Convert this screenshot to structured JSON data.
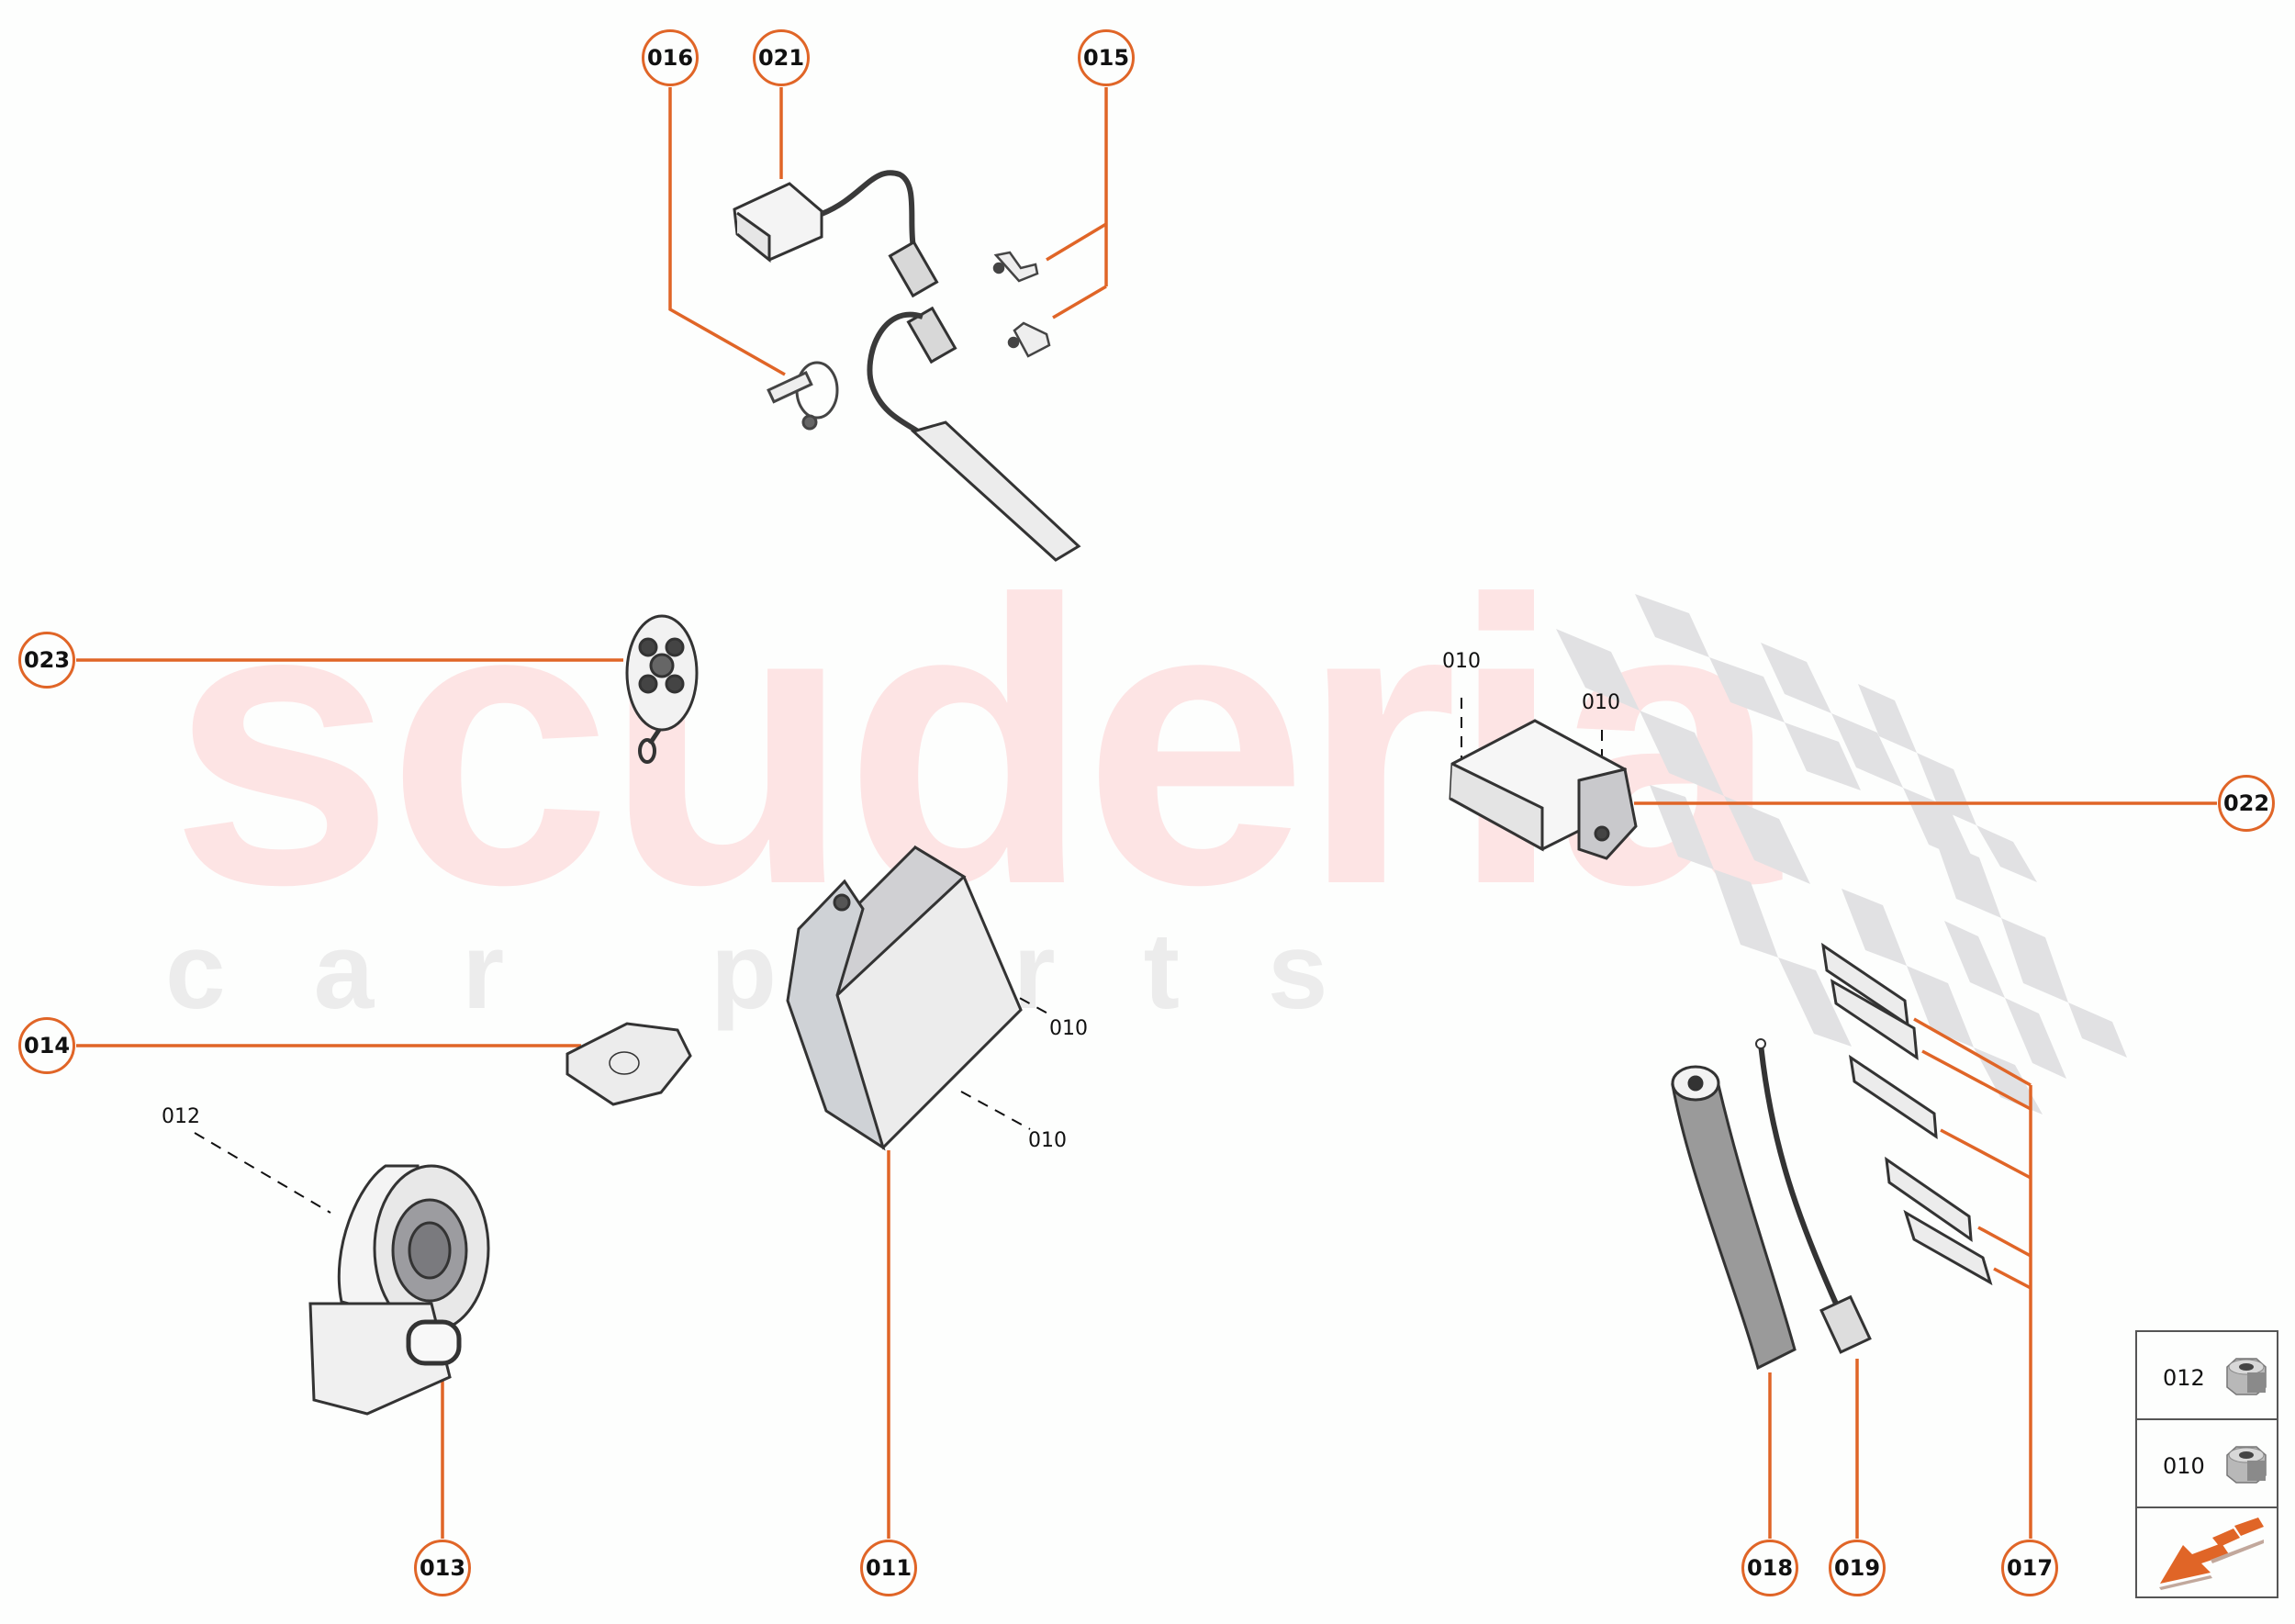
{
  "watermark": {
    "brand": "scuderia",
    "subtitle": "car parts"
  },
  "colors": {
    "callout": "#e06527",
    "watermark_brand": "#fde4e4",
    "watermark_sub": "#ececec",
    "checker": "#e1e1e3"
  },
  "callouts": [
    {
      "id": "016",
      "label": "016"
    },
    {
      "id": "021",
      "label": "021"
    },
    {
      "id": "015",
      "label": "015"
    },
    {
      "id": "023",
      "label": "023"
    },
    {
      "id": "022",
      "label": "022"
    },
    {
      "id": "014",
      "label": "014"
    },
    {
      "id": "013",
      "label": "013"
    },
    {
      "id": "011",
      "label": "011"
    },
    {
      "id": "018",
      "label": "018"
    },
    {
      "id": "019",
      "label": "019"
    },
    {
      "id": "017",
      "label": "017"
    }
  ],
  "references": [
    {
      "label": "010",
      "part": "022-left"
    },
    {
      "label": "010",
      "part": "022-right"
    },
    {
      "label": "010",
      "part": "011-upper"
    },
    {
      "label": "010",
      "part": "011-lower"
    },
    {
      "label": "012",
      "part": "013"
    }
  ],
  "legend": {
    "rows": [
      {
        "label": "012",
        "icon": "flange-nut-icon"
      },
      {
        "label": "010",
        "icon": "flange-nut-icon"
      }
    ],
    "direction_icon": "forward-arrow-icon"
  }
}
